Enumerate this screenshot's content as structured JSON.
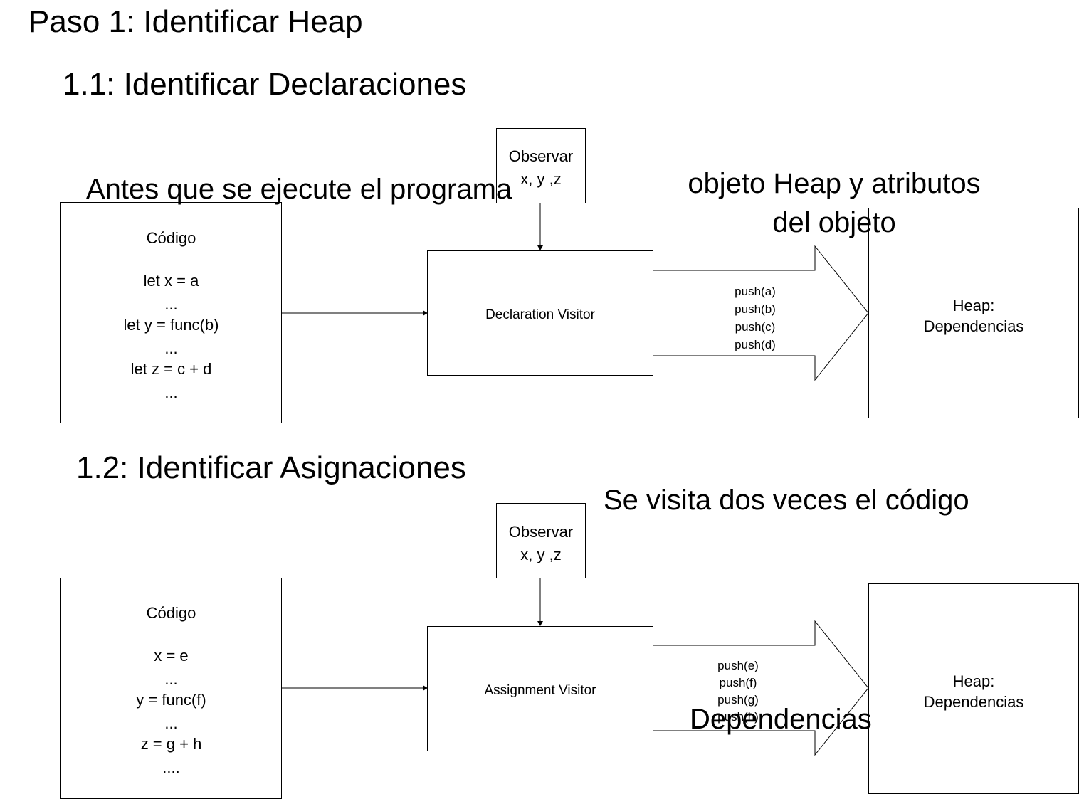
{
  "heading": "Paso 1: Identificar Heap",
  "section1": {
    "title": "1.1: Identificar Declaraciones",
    "note_before": "Antes que se ejecute el programa",
    "note_heap_line1": "objeto Heap y atributos",
    "note_heap_line2": "del objeto",
    "code": {
      "title": "Código",
      "lines": [
        "let x = a",
        "...",
        "let y = func(b)",
        "...",
        "let z = c + d",
        "..."
      ]
    },
    "observe": {
      "line1": "Observar",
      "line2": "x, y ,z"
    },
    "visitor": "Declaration Visitor",
    "pushes": [
      "push(a)",
      "push(b)",
      "push(c)",
      "push(d)"
    ],
    "heap": {
      "line1": "Heap:",
      "line2": "Dependencias"
    }
  },
  "section2": {
    "title": "1.2: Identificar Asignaciones",
    "note_visits": "Se visita dos veces el código",
    "note_deps": "Dependencias",
    "code": {
      "title": "Código",
      "lines": [
        "x = e",
        "...",
        "y = func(f)",
        "...",
        "z = g + h",
        "...."
      ]
    },
    "observe": {
      "line1": "Observar",
      "line2": "x, y ,z"
    },
    "visitor": "Assignment Visitor",
    "pushes": [
      "push(e)",
      "push(f)",
      "push(g)",
      "push(h)"
    ],
    "heap": {
      "line1": "Heap:",
      "line2": "Dependencias"
    }
  }
}
